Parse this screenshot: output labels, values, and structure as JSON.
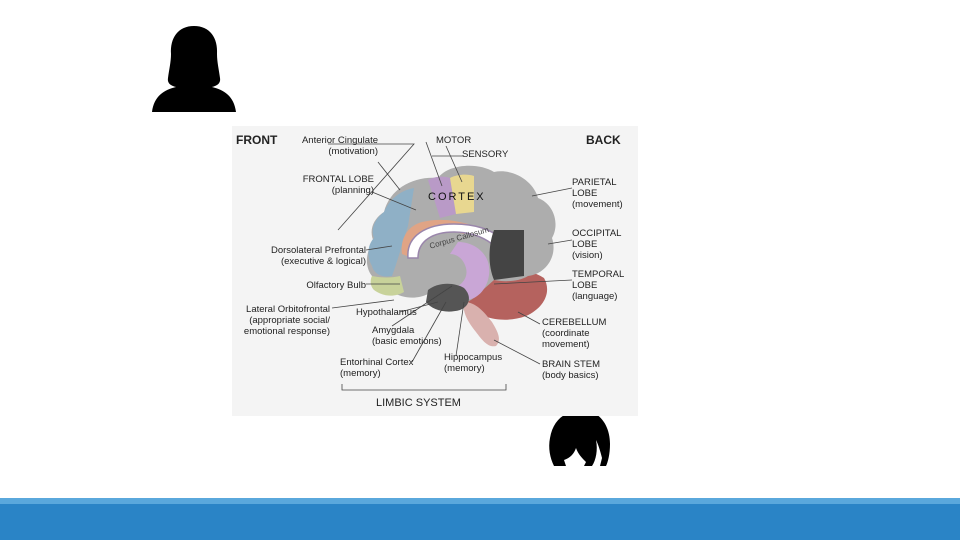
{
  "colors": {
    "bar_light": "#5aa8dc",
    "bar_main": "#2a84c6",
    "silhouette": "#000000",
    "label_text": "#222222",
    "leader_line": "#444444"
  },
  "icons": {
    "human": "human-head-silhouette-icon",
    "monkey": "monkey-silhouette-icon"
  },
  "diagram": {
    "front": "FRONT",
    "back": "BACK",
    "cortex": "CORTEX",
    "corpus_callosum": "Corpus Callosum",
    "limbic_system": "LIMBIC SYSTEM",
    "labels": {
      "anterior_cingulate": [
        "Anterior Cingulate",
        "(motivation)"
      ],
      "motor": [
        "MOTOR"
      ],
      "sensory": [
        "SENSORY"
      ],
      "frontal_lobe": [
        "FRONTAL LOBE",
        "(planning)"
      ],
      "dorsolateral_prefrontal": [
        "Dorsolateral Prefrontal",
        "(executive & logical)"
      ],
      "olfactory_bulb": [
        "Olfactory Bulb"
      ],
      "lateral_orbitofrontal": [
        "Lateral Orbitofrontal",
        "(appropriate social/",
        "emotional response)"
      ],
      "hypothalamus": [
        "Hypothalamus"
      ],
      "amygdala": [
        "Amygdala",
        "(basic emotions)"
      ],
      "entorhinal_cortex": [
        "Entorhinal Cortex",
        "(memory)"
      ],
      "hippocampus": [
        "Hippocampus",
        "(memory)"
      ],
      "parietal_lobe": [
        "PARIETAL",
        "LOBE",
        "(movement)"
      ],
      "occipital_lobe": [
        "OCCIPITAL",
        "LOBE",
        "(vision)"
      ],
      "temporal_lobe": [
        "TEMPORAL",
        "LOBE",
        "(language)"
      ],
      "cerebellum": [
        "CEREBELLUM",
        "(coordinate",
        "movement)"
      ],
      "brain_stem": [
        "BRAIN STEM",
        "(body basics)"
      ]
    }
  }
}
